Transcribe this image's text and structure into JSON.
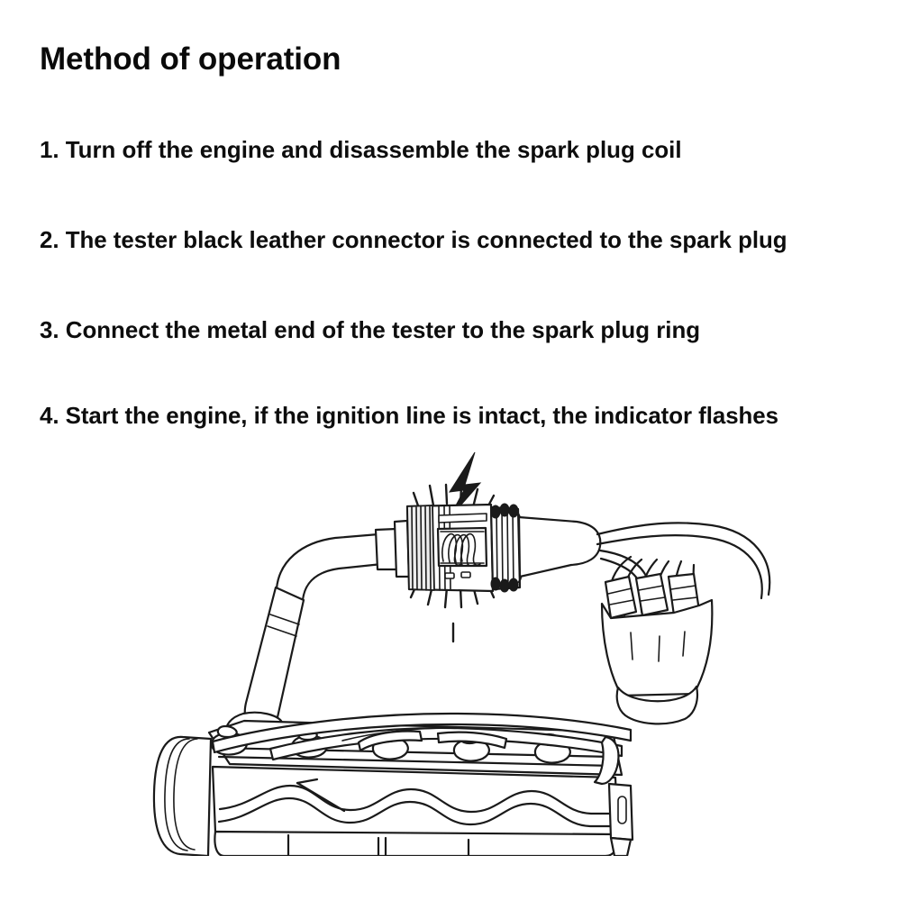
{
  "document": {
    "title": "Method of operation",
    "background_color": "#ffffff",
    "text_color": "#0d0d0d"
  },
  "steps": [
    {
      "number": "1.",
      "text": "1. Turn off the engine and disassemble the spark plug coil"
    },
    {
      "number": "2.",
      "text": "2. The tester black leather connector is connected to the spark plug"
    },
    {
      "number": "3.",
      "text": "3. Connect the metal end of the tester to the spark plug ring"
    },
    {
      "number": "4.",
      "text": "4. Start the engine, if the ignition line is intact, the indicator flashes"
    }
  ],
  "illustration": {
    "caption": "Line drawing of an engine valve cover with ignition wires, a spark plug tester connected inline, and a lightning bolt indicating a spark",
    "line_color": "#1a1a1a",
    "fill_color": "#ffffff",
    "parts": [
      {
        "name": "lightning-bolt",
        "label": "spark indicator bolt"
      },
      {
        "name": "spark-tester",
        "label": "inline spark plug tester"
      },
      {
        "name": "tester-coil-window",
        "label": "coil viewing window"
      },
      {
        "name": "spark-plug-boot-left",
        "label": "black leather connector boot"
      },
      {
        "name": "engine-valve-cover",
        "label": "engine valve cover"
      },
      {
        "name": "ignition-wire-bundle",
        "label": "spark plug wire bundle"
      },
      {
        "name": "radiating-spark-lines",
        "label": "flash rays"
      }
    ]
  }
}
